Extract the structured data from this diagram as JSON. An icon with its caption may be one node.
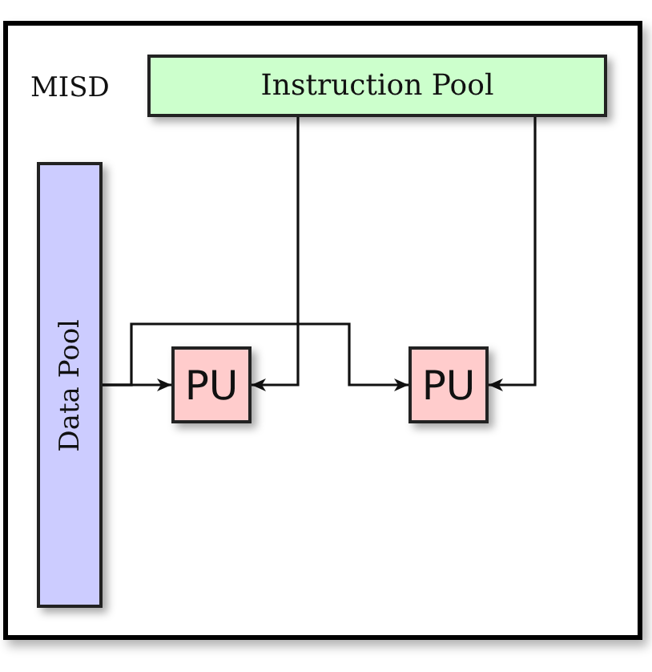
{
  "diagram": {
    "nodes": [
      {
        "text": [
          "MISD"
        ]
      },
      {
        "text": [
          "Instruction Pool"
        ],
        "in": 0
      },
      {
        "text": [
          "Data Pool"
        ],
        "in": 0
      },
      {
        "text": [
          "PU"
        ],
        "in": 0
      },
      {
        "text": [
          "PU"
        ],
        "in": 0
      }
    ],
    "edges": [
      {
        "from": 1,
        "to": 3,
        "arrow": "to"
      },
      {
        "from": 1,
        "to": 4,
        "arrow": "to"
      },
      {
        "from": 2,
        "to": 3,
        "arrow": "to"
      },
      {
        "from": 2,
        "to": 4,
        "arrow": "to"
      }
    ]
  }
}
